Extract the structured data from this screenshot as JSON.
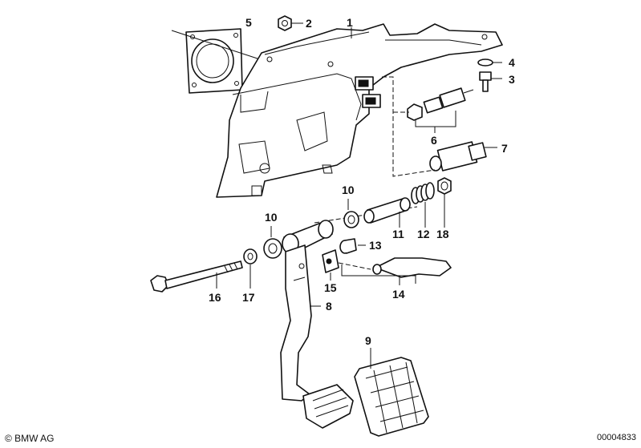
{
  "callouts": [
    "1",
    "2",
    "3",
    "4",
    "5",
    "6",
    "7",
    "8",
    "9",
    "10",
    "10",
    "11",
    "12",
    "13",
    "14",
    "15",
    "16",
    "17",
    "18"
  ],
  "footer": {
    "copyright": "© BMW AG",
    "doc_number": "00004833"
  }
}
